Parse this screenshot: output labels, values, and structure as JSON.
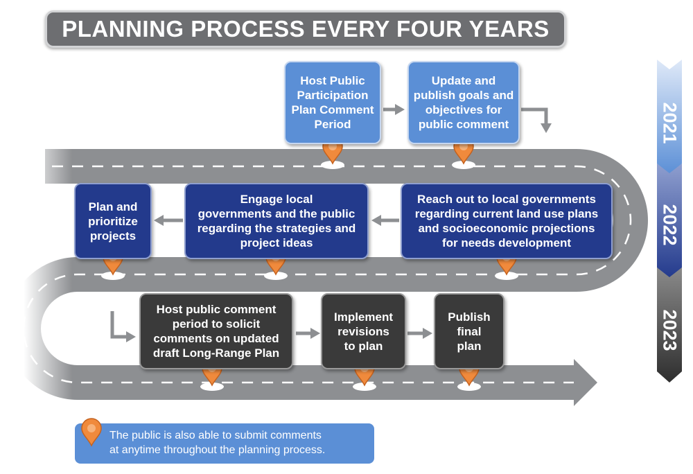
{
  "title": "PLANNING PROCESS EVERY FOUR YEARS",
  "years": [
    "2021",
    "2022",
    "2023"
  ],
  "steps": [
    {
      "id": "host-ppp-comment-period",
      "year": "2021",
      "text": "Host Public\nParticipation\nPlan Comment\nPeriod"
    },
    {
      "id": "update-goals",
      "year": "2021",
      "text": "Update and\npublish goals and\nobjectives for\npublic comment"
    },
    {
      "id": "reach-out-local-governments",
      "year": "2022",
      "text": "Reach out to local governments\nregarding current land use plans\nand socioeconomic projections\nfor needs development"
    },
    {
      "id": "engage-local-governments",
      "year": "2022",
      "text": "Engage local\ngovernments and the public\nregarding the strategies and\nproject ideas"
    },
    {
      "id": "plan-prioritize-projects",
      "year": "2022",
      "text": "Plan and\nprioritize\nprojects"
    },
    {
      "id": "host-public-comment-draft",
      "year": "2023",
      "text": "Host public comment\nperiod to solicit\ncomments on updated\ndraft Long-Range Plan"
    },
    {
      "id": "implement-revisions",
      "year": "2023",
      "text": "Implement\nrevisions\nto plan"
    },
    {
      "id": "publish-final-plan",
      "year": "2023",
      "text": "Publish\nfinal\nplan"
    }
  ],
  "note": "The public is also able to submit comments\nat anytime throughout the planning process.",
  "colors": {
    "y2021": "#5b8fd6",
    "y2022": "#233a8c",
    "y2023": "#3a3a3a",
    "road": "#8d8f92",
    "pin": "#f08a3c",
    "title_bg": "#6d6e71"
  },
  "icons": [
    "map-pin-icon",
    "arrow-right-icon",
    "arrow-left-icon",
    "arrow-down-icon"
  ]
}
